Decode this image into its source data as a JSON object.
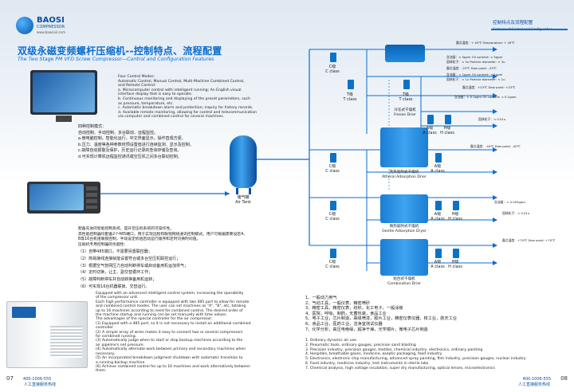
{
  "brand": {
    "name": "BAOSI",
    "subtitle": "COMPRESSOR",
    "url": "www.baosiair.com"
  },
  "left": {
    "title_cn": "双级永磁变频螺杆压缩机--控制特点、流程配置",
    "title_en": "The Two Stage PM VFD Screw Compressor---Control and Configuration Features",
    "control_en": [
      "Four Control Modes:",
      "Automatic Control, Manual Control, Multi-Machine Combined Control,",
      "and Remote Control:",
      "a. Microcomputer control with intelligent running; An English visual",
      "   interface display that is easy to operate.",
      "b. Continuous monitoring and displaying of the preset parameters, such",
      "   as pressure, temperature, etc.",
      "c. Automatic breakdown alarm and protection; inquiry for history records.",
      "d. Available remote monitoring, allowing for control and telecommunication",
      "   via computer and combined control for several machines."
    ],
    "control_cn": [
      "四种控制模式：",
      "自动控制、手动控制、多台联动、远程监控。",
      "a.微电脑控制，智能化运行，中文界面显示，操作直观方便。",
      "b.压力、温度等各种参数校预设置值进行连续监测、显示及控制。",
      "c.故障自动报警及保护，历史运行记录的查询存储及查询。",
      "d.可实现计算机远程监控通讯或空压机之间多台联动控制。"
    ],
    "config_cn": [
      "配备先进的智能控制系统，提升空压机系统的可操作性。",
      "高性能控制器均配备2个485端口，用于实现远程和联锁网络通讯控制模式。用户可根据需要设定A、",
      "B等16台机组联锁控制，手动设定机组启动运行顺序和定时切换时间值。",
      "压缩机专用控制器的优越性："
    ],
    "list_cn": [
      "（1）自带485端口，不需要另置联控器；",
      "（2）简易接线连接就能设置符合或多台空压机联控运行；",
      "（3）根据空气管网压力自动判断停车或启动备用机运加供气；",
      "（4）定时切换，让主、副交替循环工作；",
      "（5）故障判断停车并自动转换备用机运转；",
      "（6）可实现16台机器联锁、交替运行。"
    ],
    "list_en": [
      "Equipped with an advanced intelligent control system, increasing the operability",
      "of the compressor unit.",
      "Each high performance controller is equipped with two 485 port to allow for remote",
      "and combined control modes. The user can set machines as \"A\", \"B\", etc, totaling",
      "up to 16 machines according to need for combined control. The desired order of",
      "the machine startup and running can be set manually with time values.",
      "The advantages of the special controller for the air compressor:",
      "(1) Equipped with a 485 port, so it is not necessary to install an additional combined",
      "    controller.",
      "(2) A simple array of wires makes it easy to connect two or several compressors",
      "    for combined running.",
      "(3) Automatically judge when to start or stop backup machines according to the",
      "    air pipeline's net pressure.",
      "(4) Automatically alternate work between primary and secondary machines when",
      "    necessary.",
      "(5) An incorporated breakdown judgment shutdown with automatic transition to",
      "    a running backup machine.",
      "(6) Achieve combined control for up to 16 machines and work alternatively between",
      "    them."
    ],
    "tank_label": "储气罐\nAir Tank",
    "footer_phone": "400-1006-555",
    "footer_text": "人工直接服务热线",
    "page_no": "07"
  },
  "right": {
    "section_cn": "控制特点及流程配置",
    "section_en": "Features of Control and Configuration",
    "devices": [
      {
        "cn": "冷冻式干燥机",
        "en": "Freeze Drier"
      },
      {
        "cn": "无热吸附式干燥机",
        "en": "Atheral Adsorption Drier"
      },
      {
        "cn": "微热吸附式干燥机",
        "en": "Gentle Adsorption Dryer"
      },
      {
        "cn": "组合式干燥机",
        "en": "Combination Drier"
      }
    ],
    "filter_labels": [
      "C级\nC class",
      "T级\nT class",
      "A级\nA class",
      "H级\nH class"
    ],
    "annotations": [
      "露点温度：+ 45℃  Temperature: + 45℃",
      "含油量：< 5ppm  Oil content: < 5ppm",
      "固体粒子：< 3u  Particle diameter: < 3u",
      "露点温度：-23℃  Dew point: -23℃",
      "含油量：< 1ppm  Oil content: < 1ppm",
      "固体粒子：< 1u  Particle diameter: < 1u",
      "露点温度：+23℃  Dew point: +23℃",
      "含油量：< 0.1ppm  Oil content: < 0.1ppm",
      "固体粒子：< 0.01u",
      "露点温度：-40℃  Dew point: -40℃",
      "含油量：< 0.003ppm",
      "固体粒子：< 0.01u",
      "露点温度：+70℃  Dew point: +70℃"
    ],
    "categories_cn": [
      "1、一般动力用气",
      "2、气动工具，一般仪表，精密喷砂",
      "3、精密工具，精密仪表，纺织，化工电子，一般涂装",
      "4、医院，呼吸，制药，无菌包装，食品工业",
      "5、电子工业，芯片制造，高级喷漆，胶片工业，精密仪表仪器，核工业，航天工业",
      "6、食品工业，医药工业，洁净室测试仪器",
      "7、化学分析，高压电绝缘，超净干燥，光学镜片，微电子芯片制造"
    ],
    "categories_en": [
      "1. Ordinary dynamic air use",
      "2. Pneumatic tools, ordinary gauges, precision sand blasting",
      "3. Precision industry, precision gauges, textiles, chemical industry, electronics, ordinary painting",
      "4. Hospitals, breathable gases, medicine, aseptic packaging, food industry",
      "5. Electronics, electronic chip manufacturing, advanced spray painting, film industry, precision gauges, nuclear industry",
      "6. Food industry, medicine industry, test instruments in sterile labs",
      "7. Chemical analysis, high voltage insulation, super dry manufacturing, optical lenses, microelectronics"
    ],
    "footer_phone": "400-1006-555",
    "footer_text": "人工直接服务热线",
    "page_no": "08"
  }
}
